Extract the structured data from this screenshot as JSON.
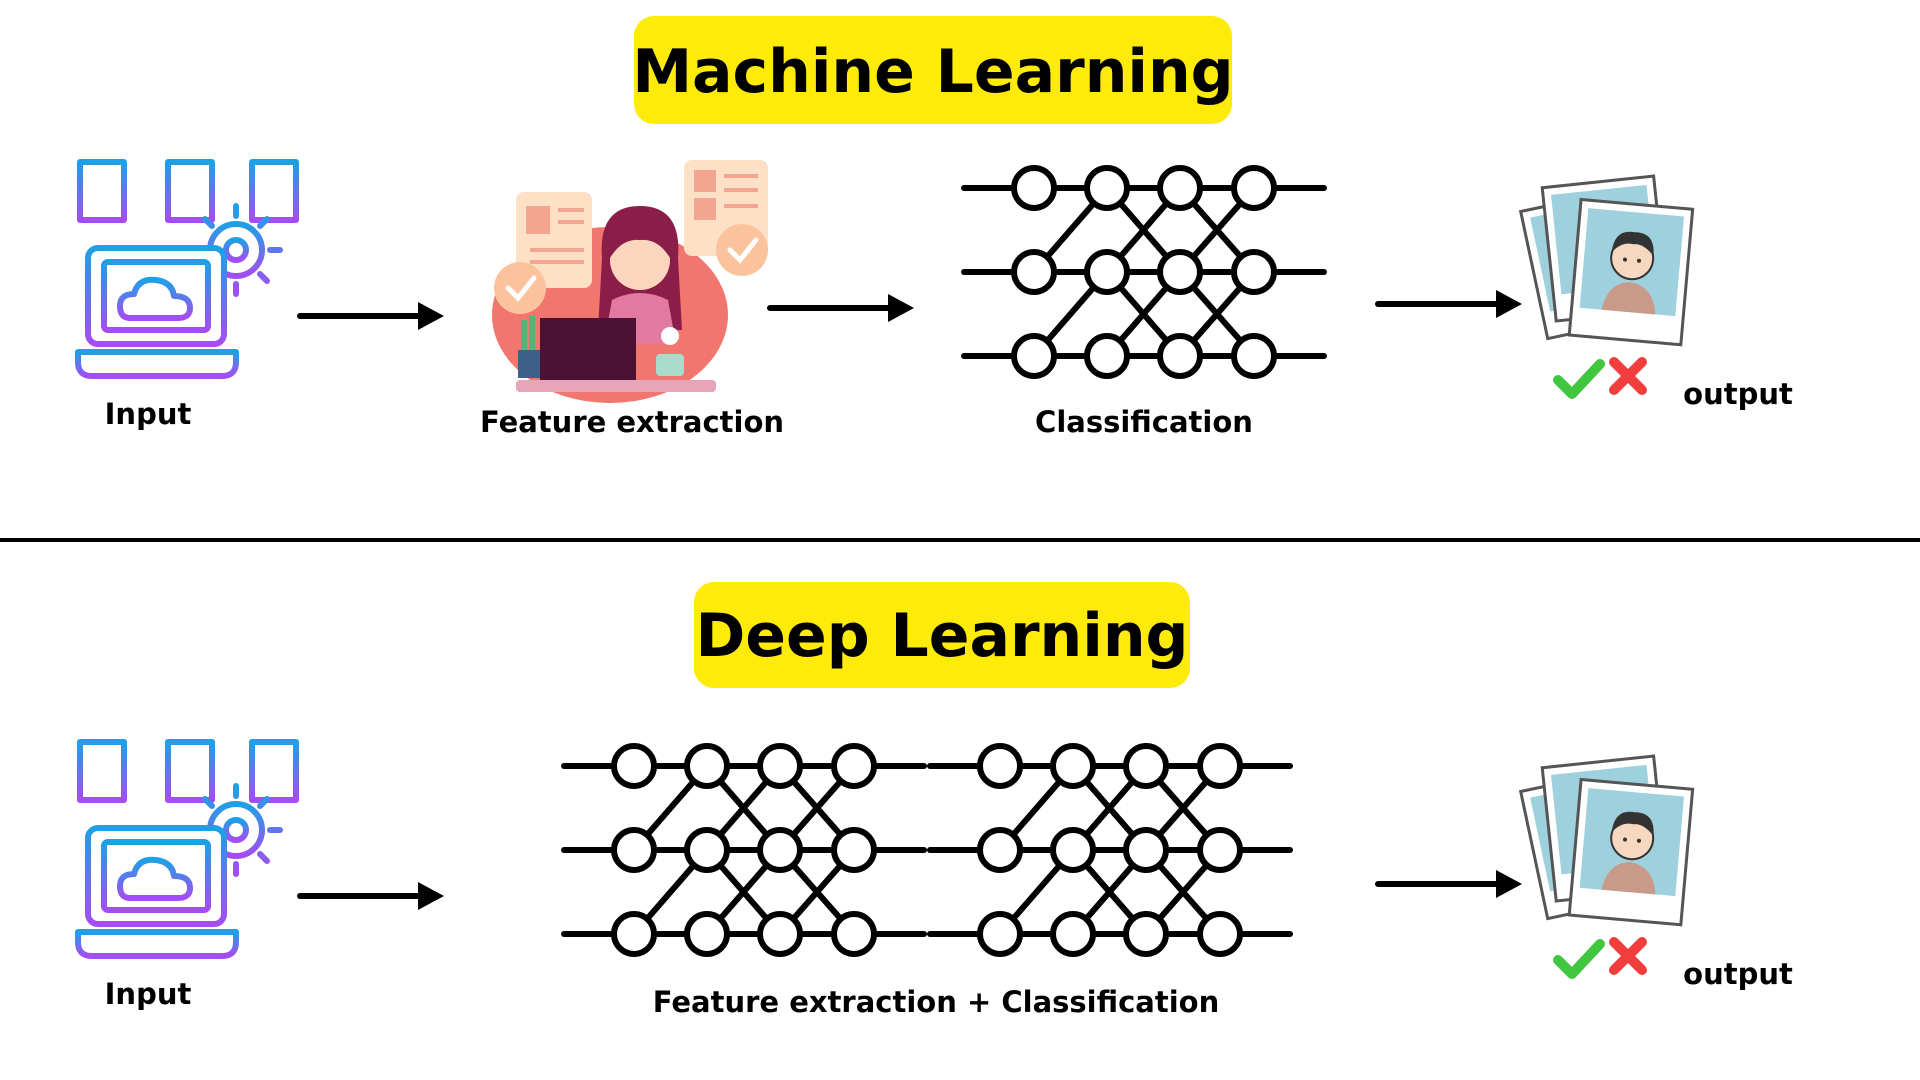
{
  "ml": {
    "title": "Machine Learning",
    "input_label": "Input",
    "feature_label": "Feature extraction",
    "classification_label": "Classification",
    "output_label": "output"
  },
  "dl": {
    "title": "Deep Learning",
    "input_label": "Input",
    "combined_label": "Feature extraction + Classification",
    "output_label": "output"
  },
  "colors": {
    "title_highlight": "#FFEB0A",
    "icon_gradient_top": "#1DA1E6",
    "icon_gradient_bottom": "#A44DF2",
    "check": "#41C63F",
    "cross": "#F23D3D",
    "person_bg": "#F0766E"
  },
  "icons": {
    "input": "data-laptop-cloud-gear-icon",
    "feature": "person-at-laptop-illustration",
    "output": "photo-stack-icon",
    "verdict_ok": "check-icon",
    "verdict_bad": "cross-icon"
  }
}
